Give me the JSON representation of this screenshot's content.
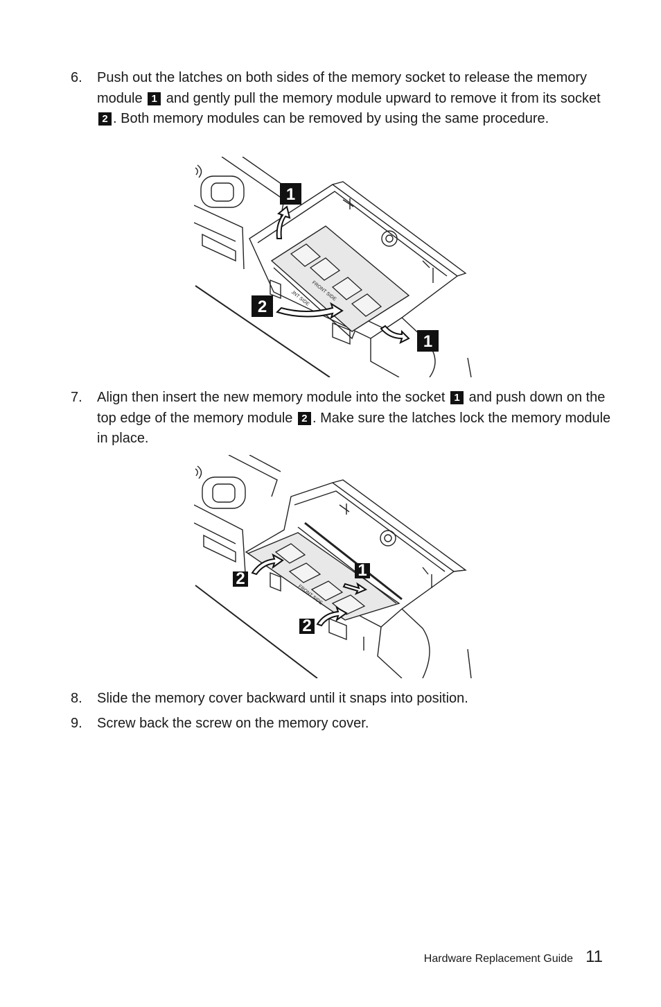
{
  "steps": [
    {
      "number": "6.",
      "segments": [
        "Push out the latches on both sides of the memory socket to release the memory module ",
        "1",
        " and gently pull the memory module upward to remove it from its socket ",
        "2",
        ". Both memory modules can be removed by using the same procedure."
      ]
    },
    {
      "number": "7.",
      "segments": [
        "Align then insert the new memory module into the socket ",
        "1",
        " and push down on the top edge of the memory module ",
        "2",
        ". Make sure the latches lock the memory module in place."
      ]
    },
    {
      "number": "8.",
      "text": "Slide the memory cover backward until it snaps into position."
    },
    {
      "number": "9.",
      "text": "Screw back the screw on the memory cover."
    }
  ],
  "figure1": {
    "callouts": [
      "1",
      "2",
      "1"
    ],
    "module_labels": [
      "FRONT SIDE",
      "JNT SIDE"
    ]
  },
  "figure2": {
    "callouts": [
      "1",
      "2",
      "2"
    ],
    "module_labels": [
      "FRONT SIDE"
    ]
  },
  "footer": {
    "title": "Hardware Replacement Guide",
    "page": "11"
  }
}
